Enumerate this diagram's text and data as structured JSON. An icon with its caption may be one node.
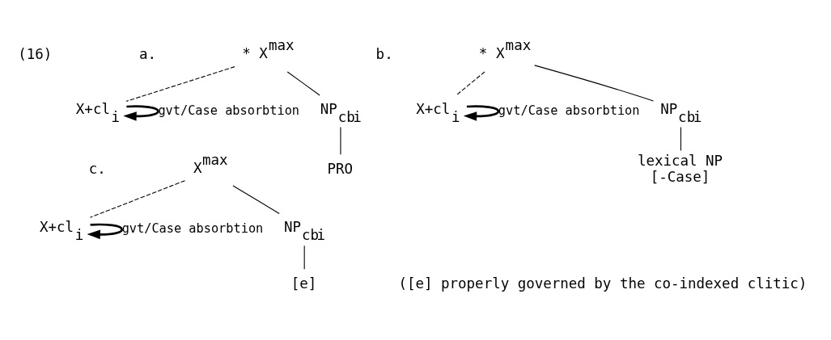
{
  "diagram": {
    "nodes": [
      {
        "text": [
          "* X$^{max}$"
        ]
      },
      {
        "text": [
          "X+cl$_{i}$"
        ]
      },
      {
        "text": [
          "NP$_{cb}$$_{i}$"
        ]
      },
      {
        "text": [
          "PRO"
        ]
      },
      {
        "text": [
          "* X$^{max}$"
        ]
      },
      {
        "text": [
          "X+cl$_{i}$"
        ]
      },
      {
        "text": [
          "NP$_{cb}$$_{i}$"
        ]
      },
      {
        "text": [
          "lexical NP",
          "[-Case]"
        ]
      },
      {
        "text": [
          "X$^{max}$"
        ]
      },
      {
        "text": [
          "X+cl$_{i}$"
        ]
      },
      {
        "text": [
          "NP$_{cb}$$_{i}$"
        ]
      },
      {
        "text": [
          "[e]"
        ]
      }
    ],
    "edges": [
      {
        "from": 0,
        "to": 1,
        "arrow": "none",
        "style": "dashed"
      },
      {
        "from": 0,
        "to": 2,
        "arrow": "none"
      },
      {
        "from": 2,
        "to": 3,
        "arrow": "none"
      },
      {
        "from": 1,
        "to": 1,
        "arrow": "to",
        "label": "gvt/Case absorbtion",
        "style": "thick"
      },
      {
        "from": 4,
        "to": 5,
        "arrow": "none",
        "style": "dashed"
      },
      {
        "from": 4,
        "to": 6,
        "arrow": "none"
      },
      {
        "from": 6,
        "to": 7,
        "arrow": "none"
      },
      {
        "from": 5,
        "to": 5,
        "arrow": "to",
        "label": "gvt/Case absorbtion",
        "style": "thick"
      },
      {
        "from": 8,
        "to": 9,
        "arrow": "none",
        "style": "dashed"
      },
      {
        "from": 8,
        "to": 10,
        "arrow": "none"
      },
      {
        "from": 10,
        "to": 11,
        "arrow": "none"
      },
      {
        "from": 9,
        "to": 9,
        "arrow": "to",
        "label": "gvt/Case absorbtion",
        "style": "thick"
      }
    ],
    "labels": [
      "(16)",
      "a.",
      "b.",
      "c.",
      "([e] properly governed by the co-indexed clitic)"
    ]
  }
}
